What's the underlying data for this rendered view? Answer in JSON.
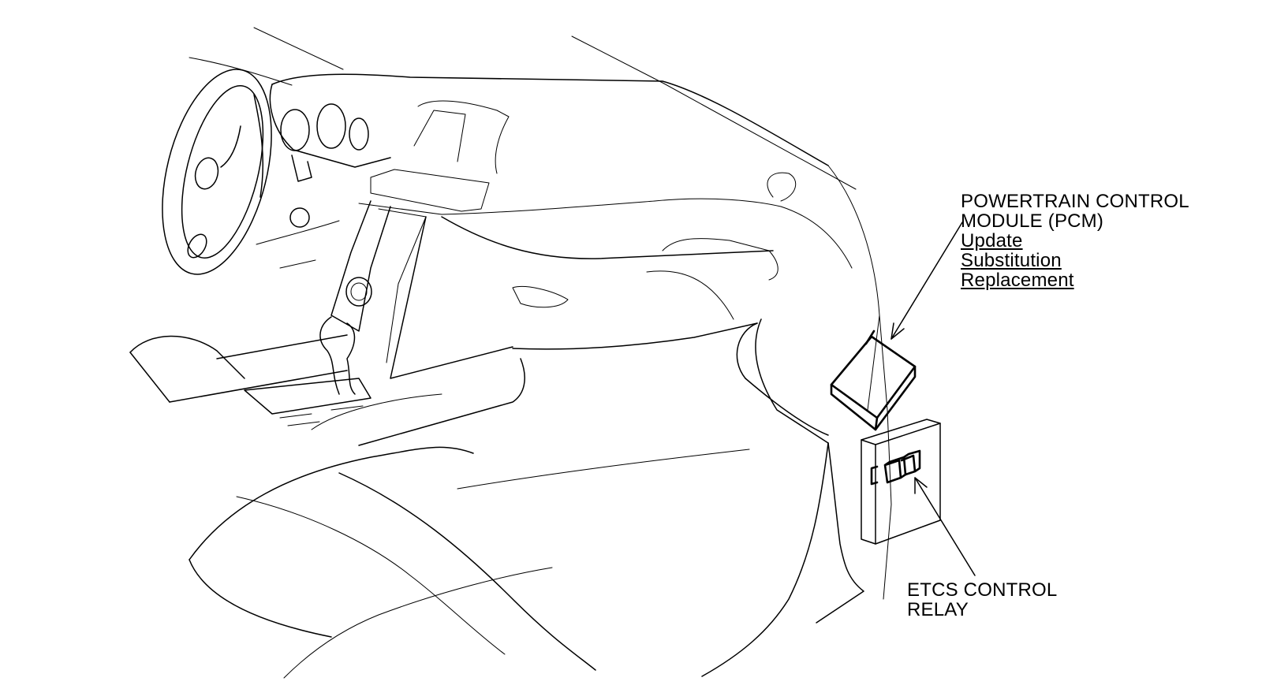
{
  "diagram": {
    "pcm_callout": {
      "title_line1": "POWERTRAIN CONTROL",
      "title_line2": "MODULE (PCM)",
      "links": [
        "Update",
        "Substitution",
        "Replacement"
      ]
    },
    "relay_callout": {
      "line1": "ETCS CONTROL",
      "line2": "RELAY"
    }
  }
}
